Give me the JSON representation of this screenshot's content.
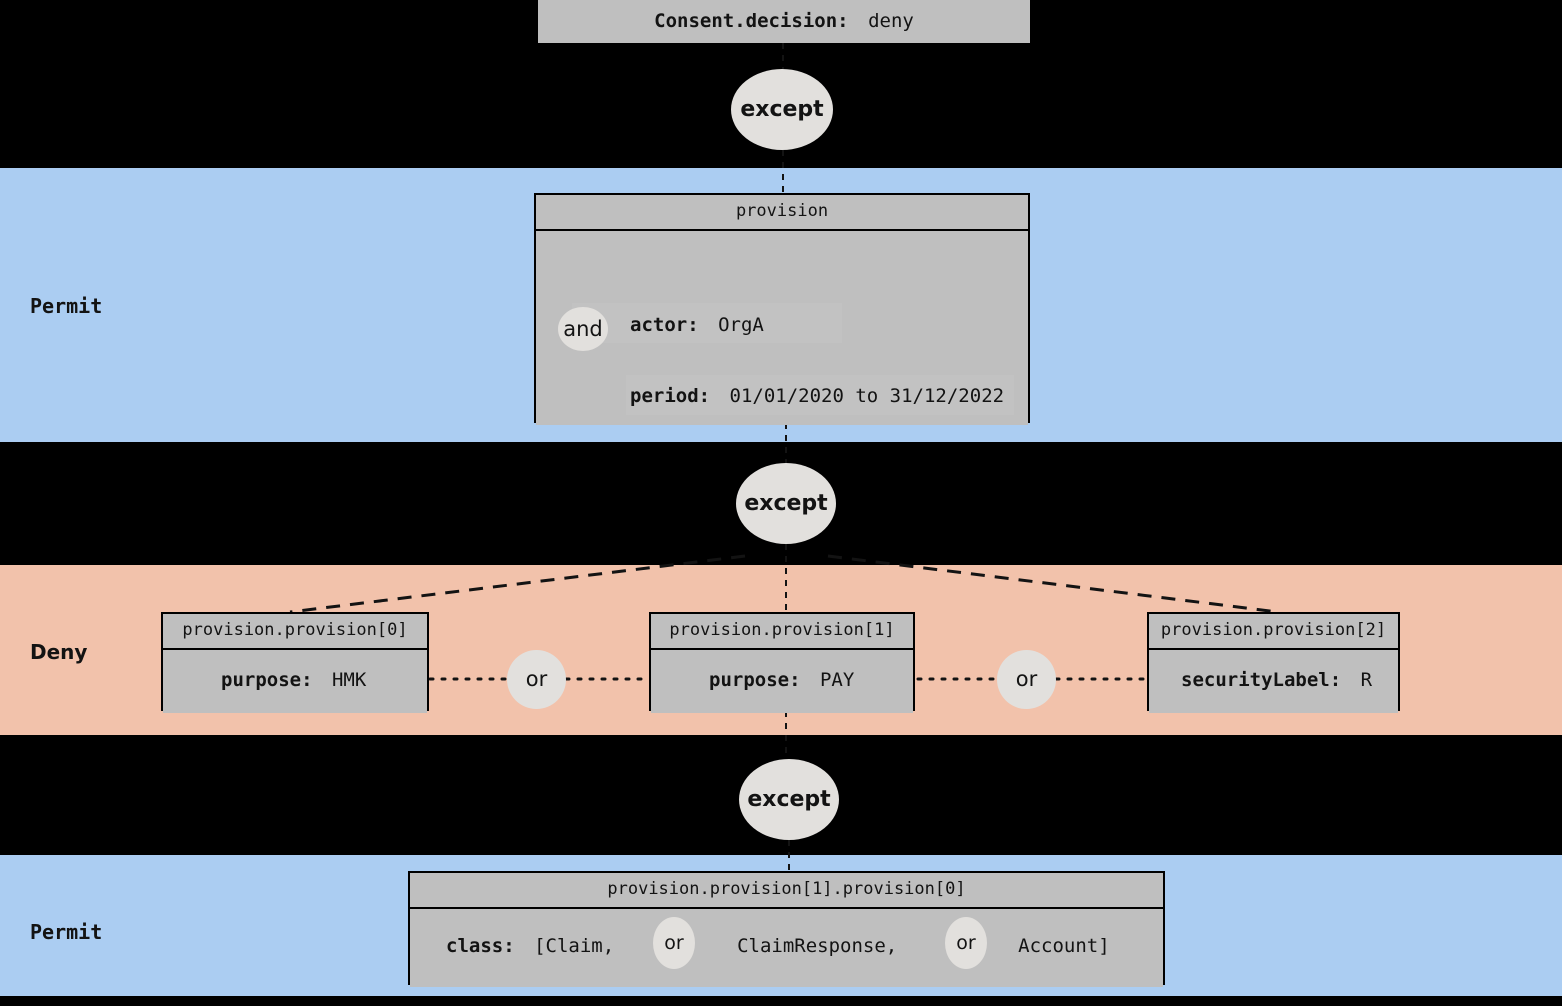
{
  "diagram": {
    "title_node": {
      "key": "Consent.decision:",
      "value": "deny"
    },
    "bands": [
      {
        "id": "permit-top",
        "label": "Permit",
        "color": "#abcdf2"
      },
      {
        "id": "deny-mid",
        "label": "Deny",
        "color": "#f2c2ab"
      },
      {
        "id": "permit-bottom",
        "label": "Permit",
        "color": "#abcdf2"
      }
    ],
    "operators": {
      "except": "except",
      "and": "and",
      "or": "or"
    },
    "nodes": {
      "provision": {
        "header": "provision",
        "attrs": [
          {
            "key": "actor:",
            "value": "OrgA"
          },
          {
            "key": "period:",
            "value": "01/01/2020 to 31/12/2022"
          }
        ],
        "operator": "and"
      },
      "provision_0": {
        "header": "provision.provision[0]",
        "attrs": [
          {
            "key": "purpose:",
            "value": "HMK"
          }
        ]
      },
      "provision_1": {
        "header": "provision.provision[1]",
        "attrs": [
          {
            "key": "purpose:",
            "value": "PAY"
          }
        ]
      },
      "provision_2": {
        "header": "provision.provision[2]",
        "attrs": [
          {
            "key": "securityLabel:",
            "value": "R"
          }
        ]
      },
      "provision_1_0": {
        "header": "provision.provision[1].provision[0]",
        "class_attr": {
          "key": "class:",
          "parts": [
            "[Claim,",
            "ClaimResponse,",
            "Account]"
          ],
          "operator": "or"
        }
      }
    },
    "edge_operators": {
      "except_1": "except",
      "except_2": "except",
      "except_3": "except",
      "or_1": "or",
      "or_2": "or"
    }
  }
}
